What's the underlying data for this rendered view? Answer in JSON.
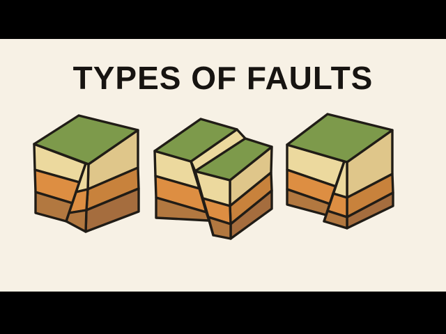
{
  "title": "TYPES OF FAULTS",
  "colors": {
    "letterbox": "#000000",
    "background": "#f7f1e5",
    "title_text": "#171411",
    "outline": "#201c16",
    "grass": "#7d9a4b",
    "tan": "#ecd99e",
    "orange": "#dd8e42",
    "brown": "#b27840",
    "side_tan": "#dfc68a",
    "side_orange": "#c8823c",
    "side_brown": "#a56d3e"
  },
  "diagram": {
    "block_count": 3,
    "layer_colors_top_to_bottom": [
      "green",
      "tan",
      "orange",
      "brown"
    ]
  }
}
